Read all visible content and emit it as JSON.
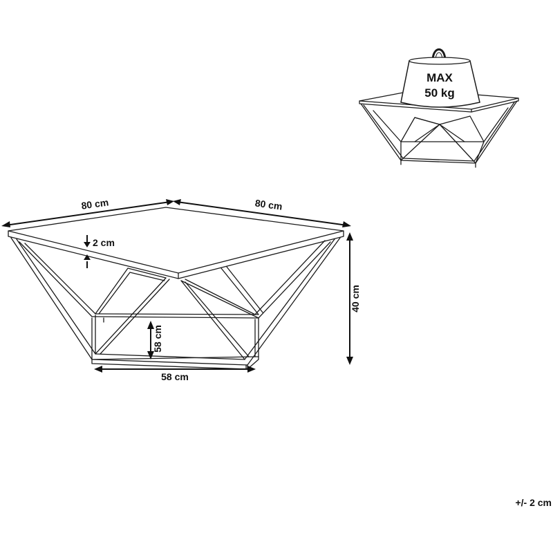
{
  "dimensions": {
    "width_left": "80 cm",
    "width_right": "80 cm",
    "top_thickness": "2 cm",
    "height": "40 cm",
    "inner_height": "58 cm",
    "base_width": "58 cm"
  },
  "weight_badge": {
    "line1": "MAX",
    "line2": "50 kg"
  },
  "tolerance": "+/- 2 cm",
  "colors": {
    "line": "#1a1a1a",
    "background": "#ffffff"
  }
}
